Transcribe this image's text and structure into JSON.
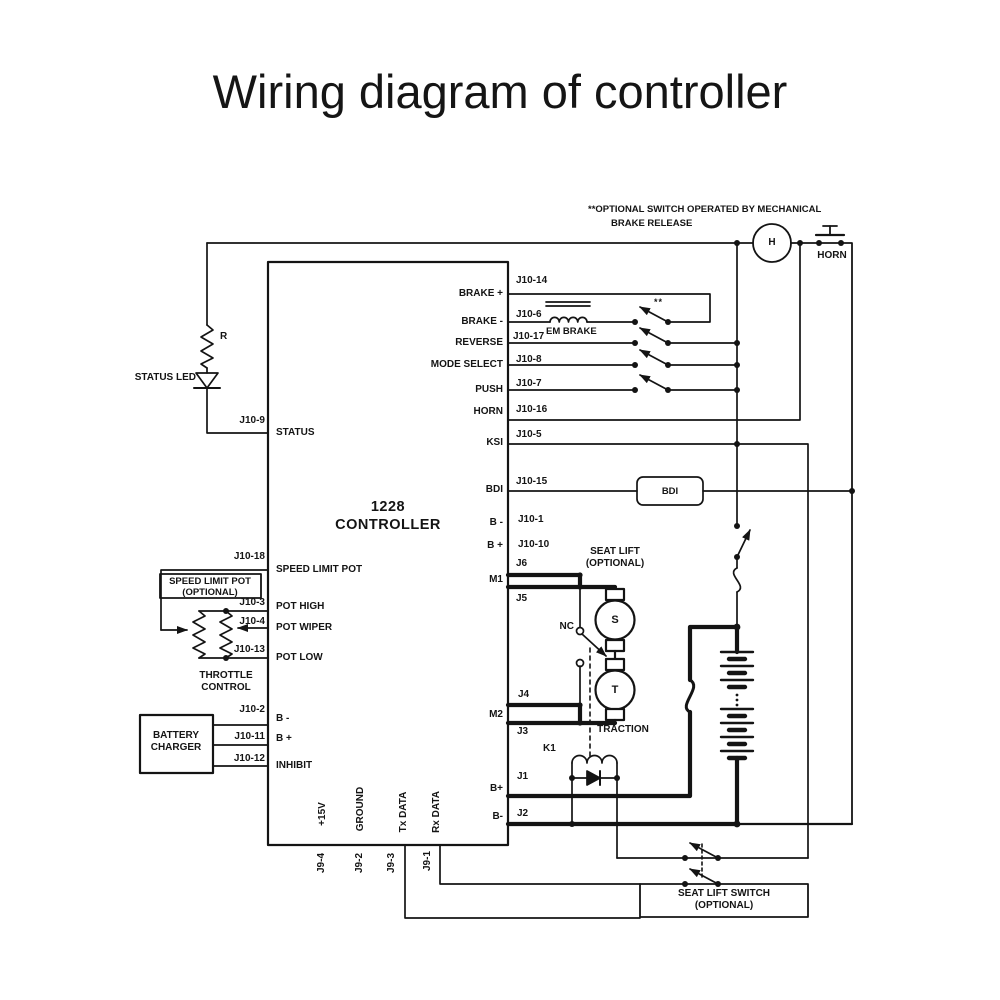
{
  "title": "Wiring diagram of controller",
  "note": {
    "line1": "**OPTIONAL SWITCH OPERATED BY MECHANICAL",
    "line2": "BRAKE RELEASE"
  },
  "controller": {
    "name_line1": "1228",
    "name_line2": "CONTROLLER",
    "left_pins": [
      {
        "pin": "J10-9",
        "label": "STATUS"
      },
      {
        "pin": "J10-18",
        "label": "SPEED LIMIT POT"
      },
      {
        "pin": "J10-3",
        "label": "POT HIGH"
      },
      {
        "pin": "J10-4",
        "label": "POT WIPER"
      },
      {
        "pin": "J10-13",
        "label": "POT LOW"
      },
      {
        "pin": "J10-2",
        "label": "B -"
      },
      {
        "pin": "J10-11",
        "label": "B +"
      },
      {
        "pin": "J10-12",
        "label": "INHIBIT"
      }
    ],
    "right_pins": [
      {
        "pin": "J10-14",
        "label": "BRAKE +"
      },
      {
        "pin": "J10-6",
        "label": "BRAKE -"
      },
      {
        "pin": "J10-17",
        "label": "REVERSE"
      },
      {
        "pin": "J10-8",
        "label": "MODE SELECT"
      },
      {
        "pin": "J10-7",
        "label": "PUSH"
      },
      {
        "pin": "J10-16",
        "label": "HORN"
      },
      {
        "pin": "J10-5",
        "label": "KSI"
      },
      {
        "pin": "J10-15",
        "label": "BDI"
      },
      {
        "pin": "J10-1",
        "label": "B -"
      },
      {
        "pin": "J10-10",
        "label": "B +"
      },
      {
        "pin": "J6",
        "label": "M1"
      },
      {
        "pin": "J5",
        "label": ""
      },
      {
        "pin": "J4",
        "label": "M2"
      },
      {
        "pin": "J3",
        "label": ""
      },
      {
        "pin": "J1",
        "label": "B+"
      },
      {
        "pin": "J2",
        "label": "B-"
      }
    ],
    "bottom_pins": [
      {
        "pin": "J9-4",
        "label": "+15V"
      },
      {
        "pin": "J9-2",
        "label": "GROUND"
      },
      {
        "pin": "J9-3",
        "label": "Tx DATA"
      },
      {
        "pin": "J9-1",
        "label": "Rx DATA"
      }
    ]
  },
  "components": {
    "horn_device": "H",
    "horn_switch": "HORN",
    "em_brake": "EM BRAKE",
    "brake_switch_mark": "**",
    "bdi_box": "BDI",
    "seat_lift_line1": "SEAT LIFT",
    "seat_lift_line2": "(OPTIONAL)",
    "seat_motor": "S",
    "traction_motor": "T",
    "nc_switch": "NC",
    "traction_label": "TRACTION",
    "k1_contactor": "K1",
    "seat_lift_switch_line1": "SEAT LIFT SWITCH",
    "seat_lift_switch_line2": "(OPTIONAL)",
    "resistor": "R",
    "status_led": "STATUS LED",
    "speed_pot_line1": "SPEED LIMIT POT",
    "speed_pot_line2": "(OPTIONAL)",
    "throttle_line1": "THROTTLE",
    "throttle_line2": "CONTROL",
    "charger_line1": "BATTERY",
    "charger_line2": "CHARGER"
  }
}
